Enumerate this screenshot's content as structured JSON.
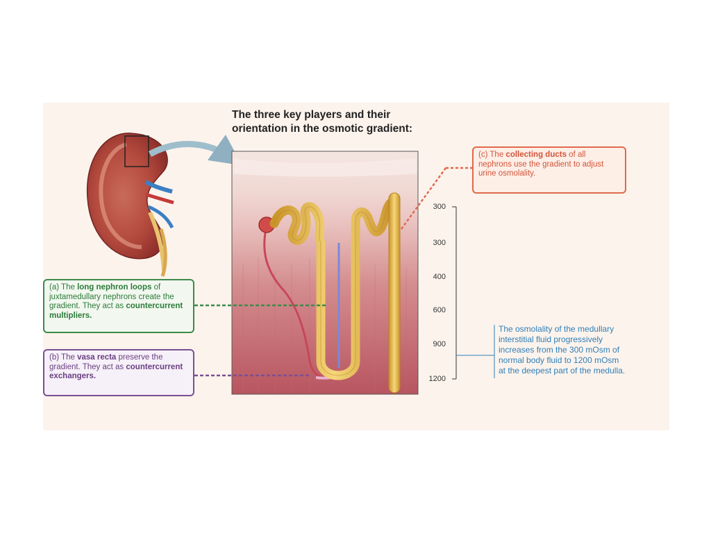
{
  "title": {
    "line1": "The three key players and their",
    "line2": "orientation in the osmotic gradient:"
  },
  "callouts": {
    "a": {
      "prefix": "(a) The ",
      "bold1": "long nephron loops",
      "mid": " of juxtamedullary nephrons create the gradient. They act as ",
      "bold2": "countercurrent multipliers."
    },
    "b": {
      "prefix": "(b) The ",
      "bold1": "vasa recta",
      "mid": " preserve the gradient. They act as ",
      "bold2": "countercurrent exchangers."
    },
    "c": {
      "prefix": "(c) The ",
      "bold1": "collecting ducts",
      "mid": " of all nephrons use the gradient to adjust urine osmolality."
    }
  },
  "osmolality_scale": [
    "300",
    "300",
    "400",
    "600",
    "900",
    "1200"
  ],
  "osmolality_note": {
    "line1": "The osmolality of the medullary",
    "line2": "interstitial fluid progressively",
    "line3": "increases from the 300 mOsm of",
    "line4": "normal body fluid to 1200 mOsm",
    "line5": "at the deepest part of the medulla."
  },
  "colors": {
    "nephron_loop": "#e6b84a",
    "vasa_recta_descending": "#c7475a",
    "vasa_recta_ascending": "#e7b3cf",
    "collecting_duct": "#e6b84a",
    "cortex": "#f2ddd8",
    "medulla": "#c9676c",
    "callout_a": "#3b8a4a",
    "callout_b": "#7a4f93",
    "callout_c": "#e0694d",
    "note": "#2f7fb8"
  }
}
